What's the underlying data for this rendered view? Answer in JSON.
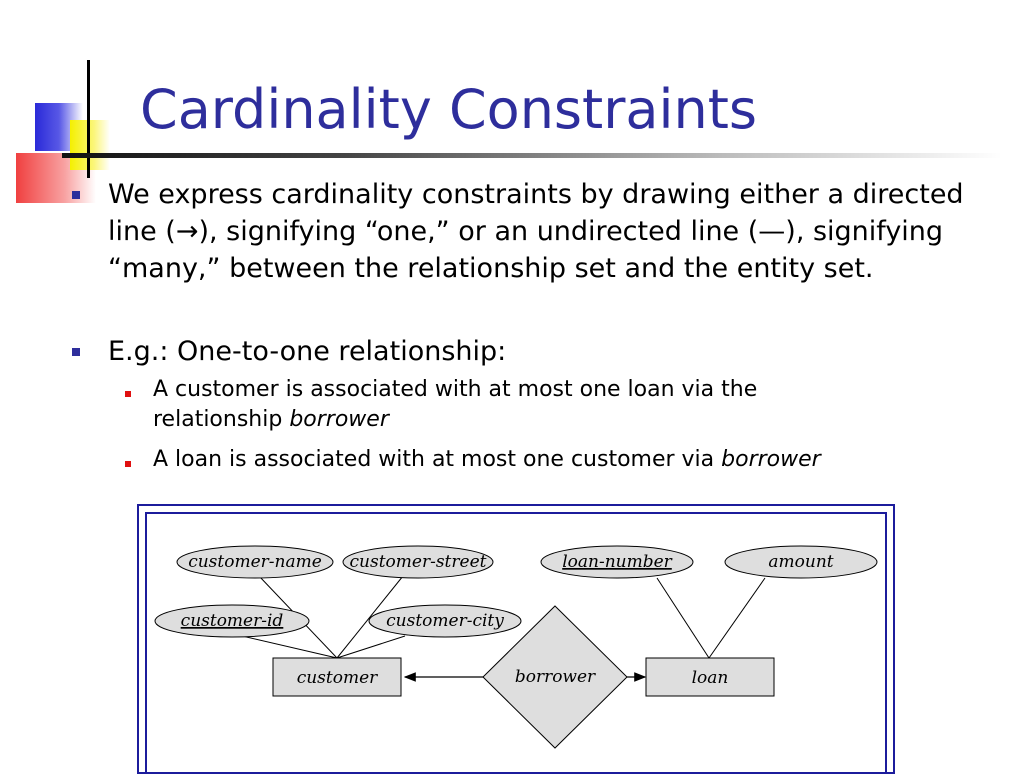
{
  "slide": {
    "title": "Cardinality Constraints",
    "bullets": [
      {
        "text": "We express cardinality constraints by drawing either a directed line (→), signifying “one,” or an undirected line (—), signifying “many,” between the relationship set and the entity set."
      },
      {
        "text": "E.g.: One-to-one relationship:",
        "sub": [
          {
            "text": "A customer is associated with at most one loan via the relationship",
            "emph": "borrower"
          },
          {
            "text": "A loan is associated with at most one customer via",
            "emph": "borrower"
          }
        ]
      }
    ]
  },
  "diagram": {
    "entities": {
      "customer": "customer",
      "loan": "loan"
    },
    "relationship": "borrower",
    "attributes": {
      "customer_name": "customer-name",
      "customer_street": "customer-street",
      "customer_id": "customer-id",
      "customer_city": "customer-city",
      "loan_number": "loan-number",
      "amount": "amount"
    },
    "key_attributes": [
      "customer-id",
      "loan-number"
    ],
    "cardinality": {
      "customer": "one",
      "loan": "one"
    }
  },
  "colors": {
    "title": "#2e2e9c",
    "bullet_l1": "#2e2e9c",
    "bullet_l2": "#e01010",
    "frame": "#1c1c9c",
    "shape_fill": "#dedede"
  }
}
